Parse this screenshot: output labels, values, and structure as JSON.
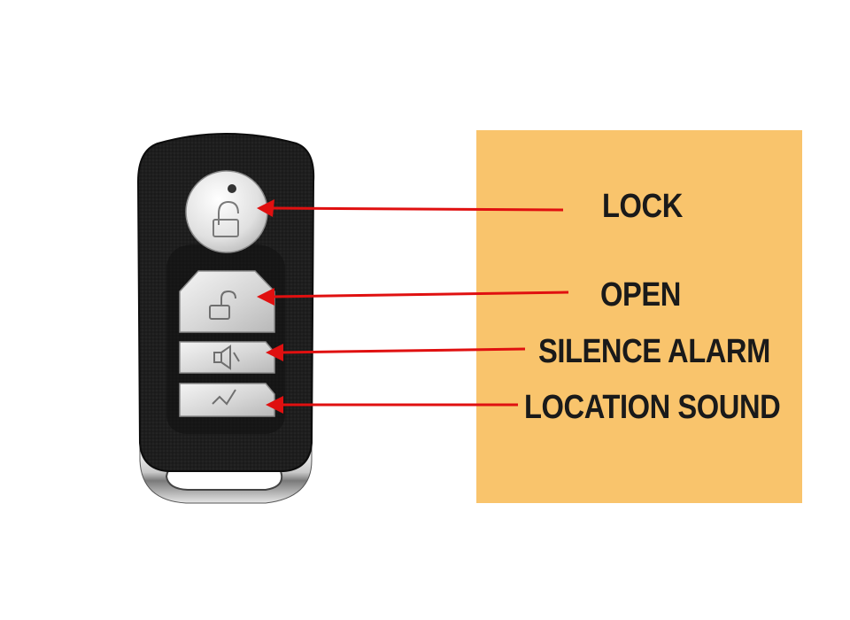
{
  "labels": {
    "lock": "LOCK",
    "open": "OPEN",
    "silence": "SILENCE ALARM",
    "location": "LOCATION SOUND"
  },
  "colors": {
    "panel": "#f9c46c",
    "arrow": "#e01010",
    "remote_body": "#1c1c1c",
    "button": "#d9d9d9",
    "text": "#1a1a1a"
  },
  "icons": {
    "lock_button": "padlock-closed-icon",
    "open_button": "padlock-open-icon",
    "silence_button": "speaker-muted-icon",
    "location_button": "horn-icon"
  }
}
